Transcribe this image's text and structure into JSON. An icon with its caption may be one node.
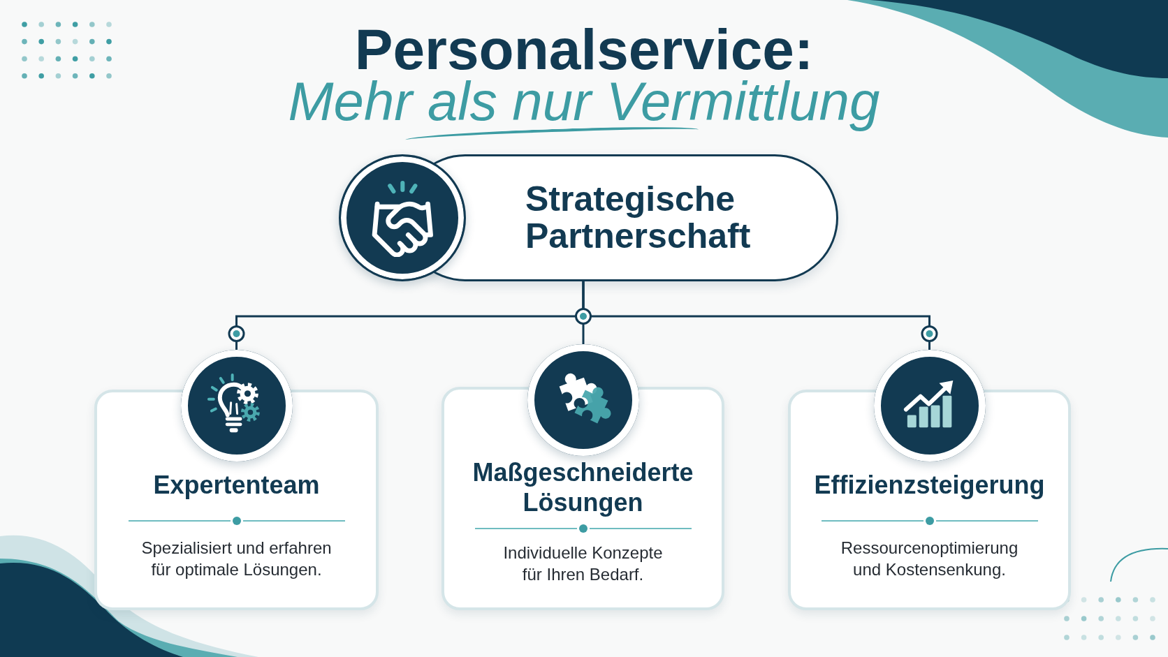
{
  "diagram": {
    "title": "Personalservice:",
    "nodes": [
      {
        "text": [
          "Strategische Partnerschaft"
        ]
      },
      {
        "text": [
          "Expertenteam",
          "Spezialisiert und erfahren für optimale Lösungen."
        ]
      },
      {
        "text": [
          "Maßgeschneiderte Lösungen",
          "Individuelle Konzepte für Ihren Bedarf."
        ]
      },
      {
        "text": [
          "Effizienzsteigerung",
          "Ressourcenoptimierung und Kostensenkung."
        ]
      }
    ],
    "edges": [
      {
        "from": 0,
        "to": 1,
        "arrow": "none"
      },
      {
        "from": 0,
        "to": 2,
        "arrow": "none"
      },
      {
        "from": 0,
        "to": 3,
        "arrow": "none"
      }
    ],
    "labels": [
      "Mehr als nur Vermittlung"
    ]
  }
}
